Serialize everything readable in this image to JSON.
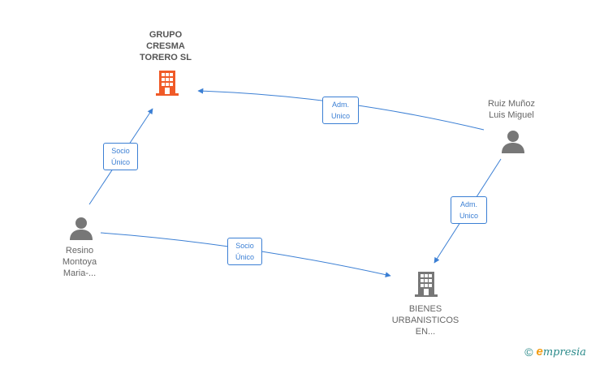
{
  "nodes": {
    "grupo_cresma": {
      "lines": [
        "GRUPO",
        "CRESMA",
        "TORERO  SL"
      ],
      "type": "company",
      "color": "#f05a28"
    },
    "ruiz_munoz": {
      "lines": [
        "Ruiz Muñoz",
        "Luis Miguel"
      ],
      "type": "person",
      "color": "#777777"
    },
    "resino_montoya": {
      "lines": [
        "Resino",
        "Montoya",
        "Maria-..."
      ],
      "type": "person",
      "color": "#777777"
    },
    "bienes_urbanisticos": {
      "lines": [
        "BIENES",
        "URBANISTICOS",
        "EN..."
      ],
      "type": "company",
      "color": "#777777"
    }
  },
  "edges": [
    {
      "id": "ruiz_to_grupo",
      "label": [
        "Adm.",
        "Unico"
      ]
    },
    {
      "id": "resino_to_grupo",
      "label": [
        "Socio",
        "Único"
      ]
    },
    {
      "id": "ruiz_to_bienes",
      "label": [
        "Adm.",
        "Unico"
      ]
    },
    {
      "id": "resino_to_bienes",
      "label": [
        "Socio",
        "Único"
      ]
    }
  ],
  "edge_color": "#3b7fd4",
  "footer": {
    "copyright": "©",
    "brand_initial": "e",
    "brand_rest": "mpresia"
  }
}
